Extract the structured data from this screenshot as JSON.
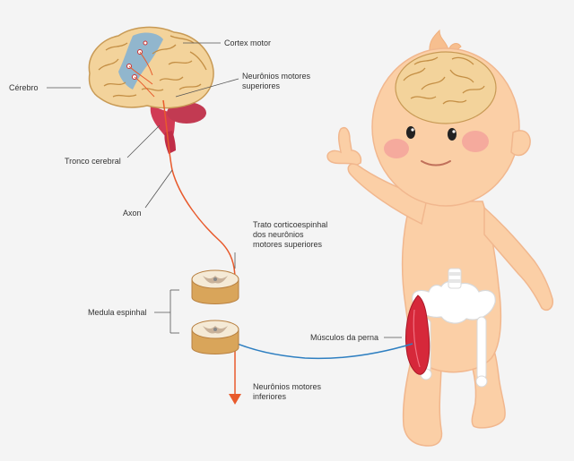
{
  "labels": {
    "cortex_motor": "Cortex motor",
    "cerebro": "Cérebro",
    "upper_neurons_1": "Neurônios motores",
    "upper_neurons_2": "superiores",
    "brainstem": "Tronco cerebral",
    "axon": "Axon",
    "tract_1": "Trato corticoespinhal",
    "tract_2": "dos neurônios",
    "tract_3": "motores superiores",
    "spinal_cord": "Medula espinhal",
    "leg_muscles": "Músculos da perna",
    "lower_neurons_1": "Neurônios motores",
    "lower_neurons_2": "inferiores"
  },
  "colors": {
    "background": "#f4f4f4",
    "brain": "#f3d39b",
    "motor_cortex": "#7fb0d6",
    "brainstem": "#d13a55",
    "upper_pathway": "#e85a2c",
    "lower_pathway": "#2e7fc1",
    "skin": "#fbcfa6",
    "muscle": "#d6283a",
    "bone": "#ffffff",
    "spinal_segment": "#d9a55a"
  },
  "icons": [
    "brain-illustration",
    "spinal-cord-segment",
    "baby-figure",
    "skeleton-pelvis",
    "leg-muscle"
  ]
}
